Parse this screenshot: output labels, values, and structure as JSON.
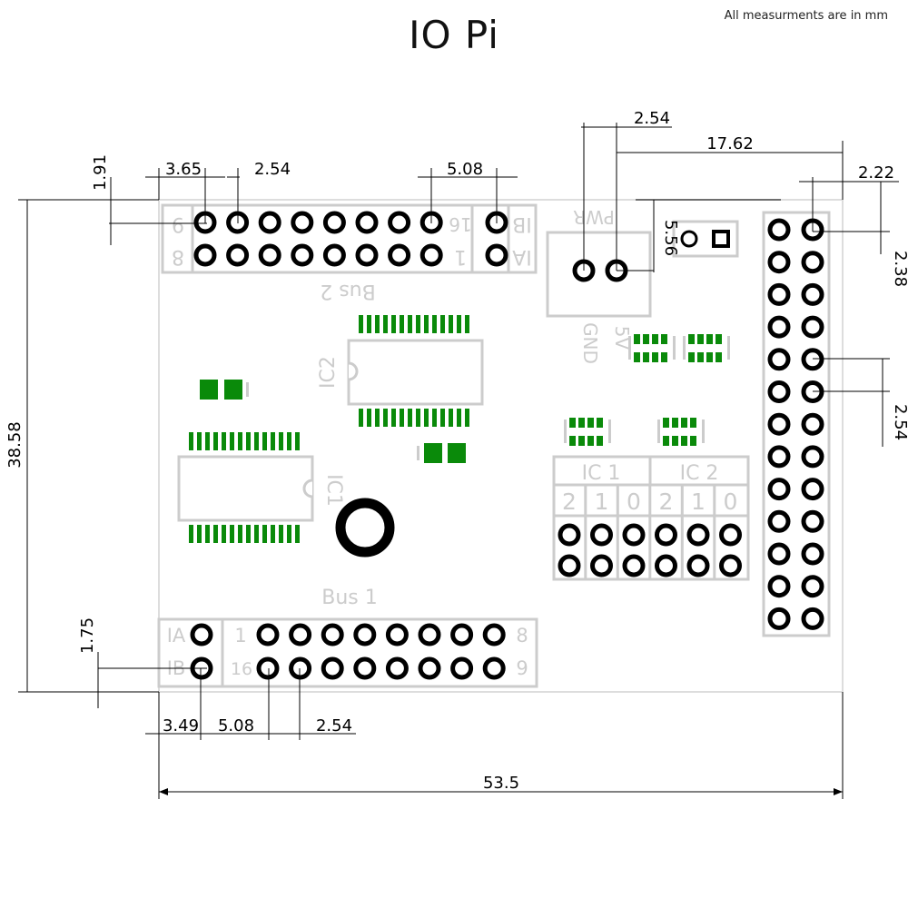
{
  "title": "IO Pi",
  "note": "All measurments are in mm",
  "silkscreen": {
    "bus1": "Bus 1",
    "bus2": "Bus 2",
    "ic1": "IC1",
    "ic2": "IC2",
    "pwr": "PWR",
    "v5": "5V",
    "gnd": "GND",
    "ic1_header": "IC 1",
    "ic2_header": "IC 2",
    "addr_cols": [
      "2",
      "1",
      "0",
      "2",
      "1",
      "0"
    ],
    "ia": "IA",
    "ib": "IB",
    "pin1": "1",
    "pin8": "8",
    "pin9": "9",
    "pin16": "16"
  },
  "dimensions": {
    "d_1_91": "1.91",
    "d_3_65": "3.65",
    "d_2_54_top": "2.54",
    "d_5_08_top": "5.08",
    "d_2_54_pwr": "2.54",
    "d_17_62": "17.62",
    "d_2_22": "2.22",
    "d_5_56": "5.56",
    "d_2_38": "2.38",
    "d_2_54_right": "2.54",
    "d_38_58": "38.58",
    "d_1_75": "1.75",
    "d_3_49": "3.49",
    "d_5_08_bottom": "5.08",
    "d_2_54_bottom": "2.54",
    "d_53_5": "53.5"
  },
  "colors": {
    "silkscreen": "#cccccc",
    "smd_pad": "#0a8a0a",
    "pad_ring": "#000000"
  }
}
